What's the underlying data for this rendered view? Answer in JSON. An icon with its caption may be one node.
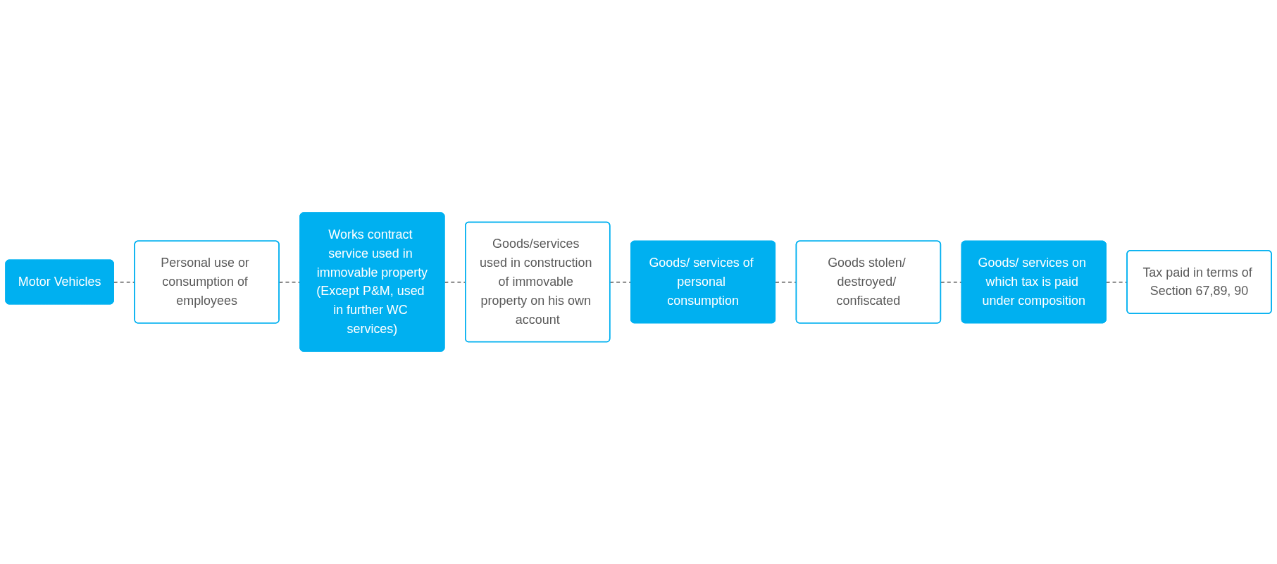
{
  "diagram": {
    "nodes": [
      {
        "text": [
          "Motor Vehicles"
        ]
      },
      {
        "text": [
          "Personal use or consumption of employees"
        ]
      },
      {
        "text": [
          "Works contract service used in immovable property",
          "(Except P&M, used in further WC services)"
        ]
      },
      {
        "text": [
          "Goods/services used in construction of immovable property on his own account"
        ]
      },
      {
        "text": [
          "Tax paid in terms of Section 67,89, 90"
        ]
      },
      {
        "text": [
          "Goods/ services on which tax is paid under composition"
        ]
      },
      {
        "text": [
          "Goods stolen/ destroyed/ confiscated"
        ]
      },
      {
        "text": [
          "Goods/ services of personal consumption"
        ]
      }
    ],
    "edges": [
      {
        "from": 0,
        "to": 1,
        "arrow": "none",
        "style": "dashed"
      },
      {
        "from": 1,
        "to": 2,
        "arrow": "none",
        "style": "dashed"
      },
      {
        "from": 2,
        "to": 3,
        "arrow": "none",
        "style": "dashed"
      },
      {
        "from": 3,
        "to": 7,
        "arrow": "none",
        "style": "dashed"
      },
      {
        "from": 7,
        "to": 6,
        "arrow": "none",
        "style": "dashed"
      },
      {
        "from": 6,
        "to": 5,
        "arrow": "none",
        "style": "dashed"
      },
      {
        "from": 5,
        "to": 4,
        "arrow": "none",
        "style": "dashed"
      }
    ]
  }
}
